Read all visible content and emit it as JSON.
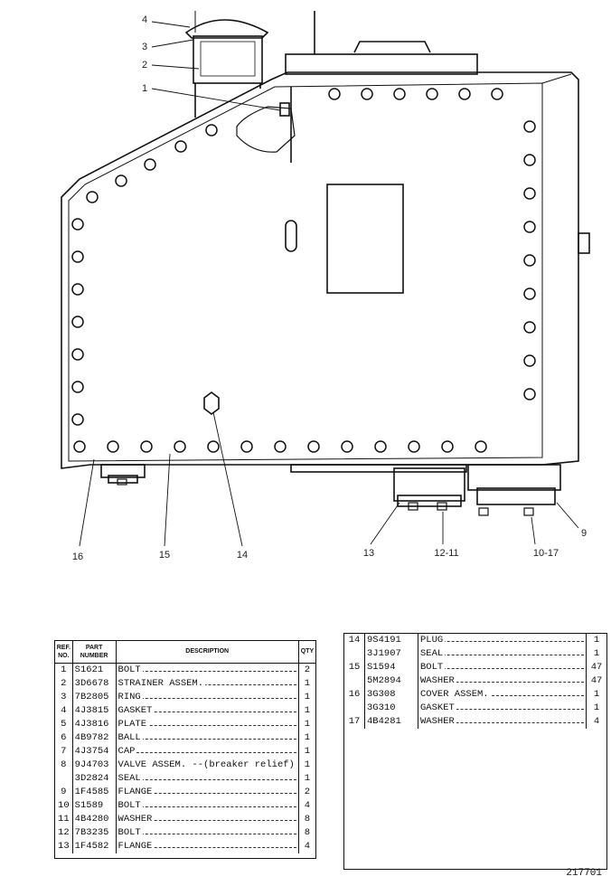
{
  "callouts": [
    {
      "id": "4",
      "label": "4"
    },
    {
      "id": "3",
      "label": "3"
    },
    {
      "id": "2",
      "label": "2"
    },
    {
      "id": "1",
      "label": "1"
    },
    {
      "id": "16",
      "label": "16"
    },
    {
      "id": "15",
      "label": "15"
    },
    {
      "id": "14",
      "label": "14"
    },
    {
      "id": "13",
      "label": "13"
    },
    {
      "id": "12-11",
      "label": "12-11"
    },
    {
      "id": "10-17",
      "label": "10-17"
    },
    {
      "id": "9",
      "label": "9"
    }
  ],
  "table_left": {
    "headers": {
      "ref": "REF. NO.",
      "part": "PART NUMBER",
      "desc": "DESCRIPTION",
      "qty": "QTY"
    },
    "rows": [
      {
        "ref": "1",
        "part": "S1621",
        "desc": "BOLT",
        "qty": "2"
      },
      {
        "ref": "2",
        "part": "3D6678",
        "desc": "STRAINER ASSEM.",
        "qty": "1"
      },
      {
        "ref": "3",
        "part": "7B2805",
        "desc": "RING",
        "qty": "1"
      },
      {
        "ref": "4",
        "part": "4J3815",
        "desc": "GASKET",
        "qty": "1"
      },
      {
        "ref": "5",
        "part": "4J3816",
        "desc": "PLATE",
        "qty": "1"
      },
      {
        "ref": "6",
        "part": "4B9782",
        "desc": "BALL",
        "qty": "1"
      },
      {
        "ref": "7",
        "part": "4J3754",
        "desc": "CAP",
        "qty": "1"
      },
      {
        "ref": "8",
        "part": "9J4703",
        "desc": "VALVE ASSEM. --(breaker relief)",
        "qty": "1"
      },
      {
        "ref": "",
        "part": "3D2824",
        "desc": "SEAL",
        "qty": "1"
      },
      {
        "ref": "9",
        "part": "1F4585",
        "desc": "FLANGE",
        "qty": "2"
      },
      {
        "ref": "10",
        "part": "S1589",
        "desc": "BOLT",
        "qty": "4"
      },
      {
        "ref": "11",
        "part": "4B4280",
        "desc": "WASHER",
        "qty": "8"
      },
      {
        "ref": "12",
        "part": "7B3235",
        "desc": "BOLT",
        "qty": "8"
      },
      {
        "ref": "13",
        "part": "1F4582",
        "desc": "FLANGE",
        "qty": "4"
      }
    ]
  },
  "table_right": {
    "rows": [
      {
        "ref": "14",
        "part": "9S4191",
        "desc": "PLUG",
        "qty": "1"
      },
      {
        "ref": "",
        "part": "3J1907",
        "desc": "SEAL",
        "qty": "1"
      },
      {
        "ref": "15",
        "part": "S1594",
        "desc": "BOLT",
        "qty": "47"
      },
      {
        "ref": "",
        "part": "5M2894",
        "desc": "WASHER",
        "qty": "47"
      },
      {
        "ref": "16",
        "part": "3G308",
        "desc": "COVER ASSEM.",
        "qty": "1"
      },
      {
        "ref": "",
        "part": "3G310",
        "desc": "GASKET",
        "qty": "1"
      },
      {
        "ref": "17",
        "part": "4B4281",
        "desc": "WASHER",
        "qty": "4"
      }
    ]
  },
  "figure_number": "217701"
}
